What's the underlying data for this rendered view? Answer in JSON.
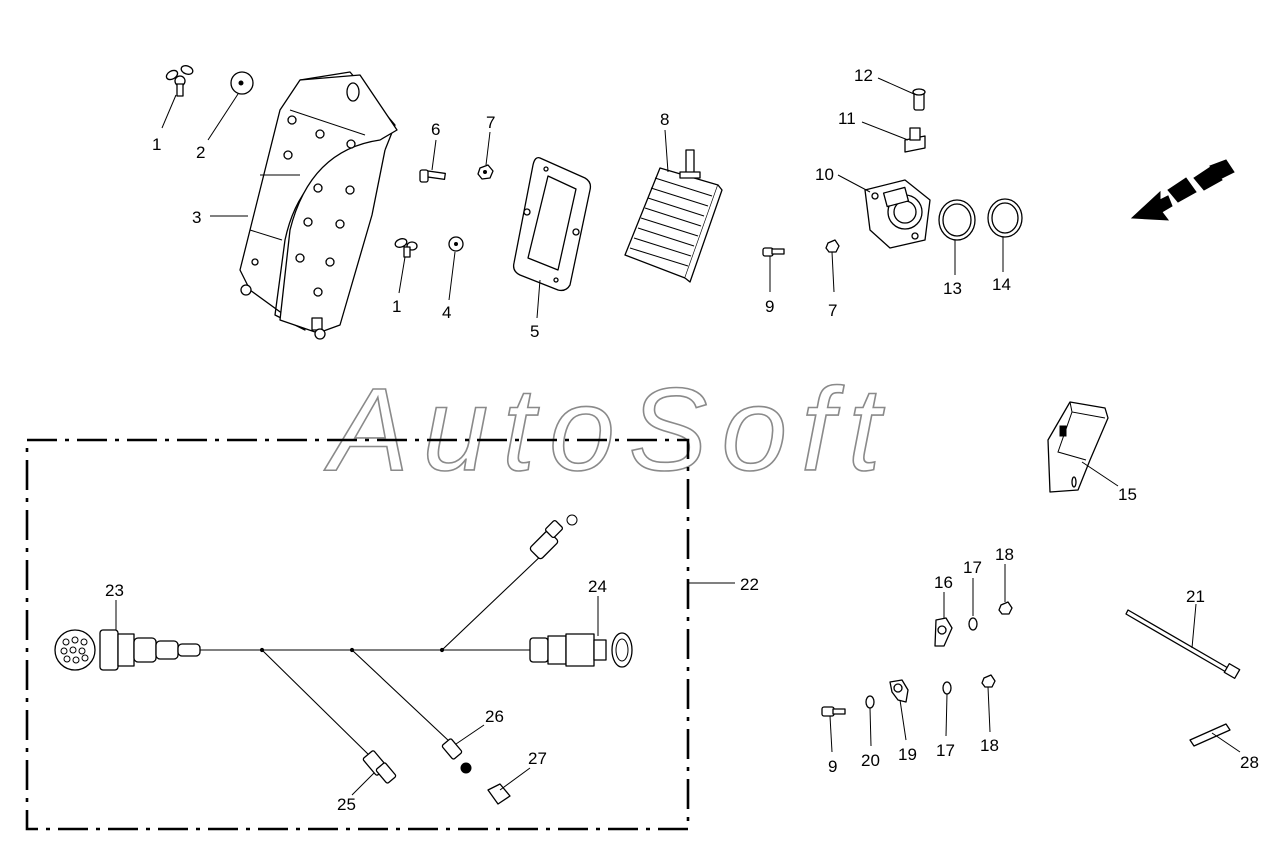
{
  "watermark": "AutoSoft",
  "callouts": {
    "c1a": "1",
    "c2": "2",
    "c3": "3",
    "c1b": "1",
    "c4": "4",
    "c5": "5",
    "c6": "6",
    "c7a": "7",
    "c8": "8",
    "c9a": "9",
    "c7b": "7",
    "c10": "10",
    "c11": "11",
    "c12": "12",
    "c13": "13",
    "c14": "14",
    "c15": "15",
    "c16": "16",
    "c17a": "17",
    "c18a": "18",
    "c21": "21",
    "c22": "22",
    "c23": "23",
    "c24": "24",
    "c25": "25",
    "c26": "26",
    "c27": "27",
    "c9b": "9",
    "c20": "20",
    "c19": "19",
    "c17b": "17",
    "c18b": "18",
    "c28": "28"
  },
  "icons": {
    "direction_arrow": "direction-arrow-icon"
  },
  "colors": {
    "line": "#000000",
    "watermark_outline": "#8a8a8a",
    "background": "#ffffff"
  }
}
